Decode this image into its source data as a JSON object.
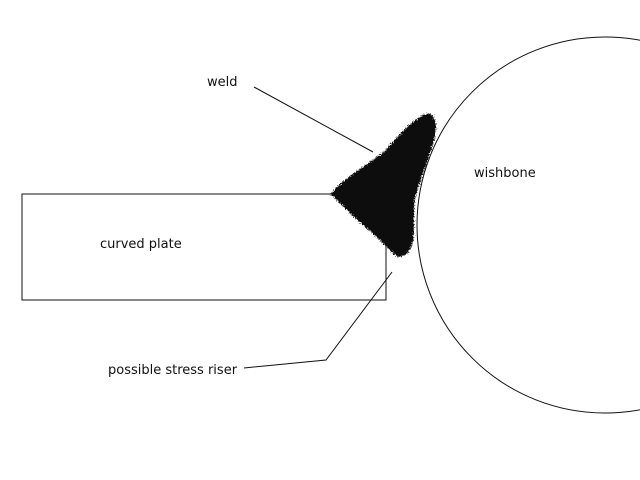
{
  "labels": {
    "weld": "weld",
    "wishbone": "wishbone",
    "curved_plate": "curved plate",
    "stress_riser": "possible stress riser"
  },
  "colors": {
    "background": "#ffffff",
    "line": "#111111",
    "weld_fill": "#0a0a0a"
  }
}
